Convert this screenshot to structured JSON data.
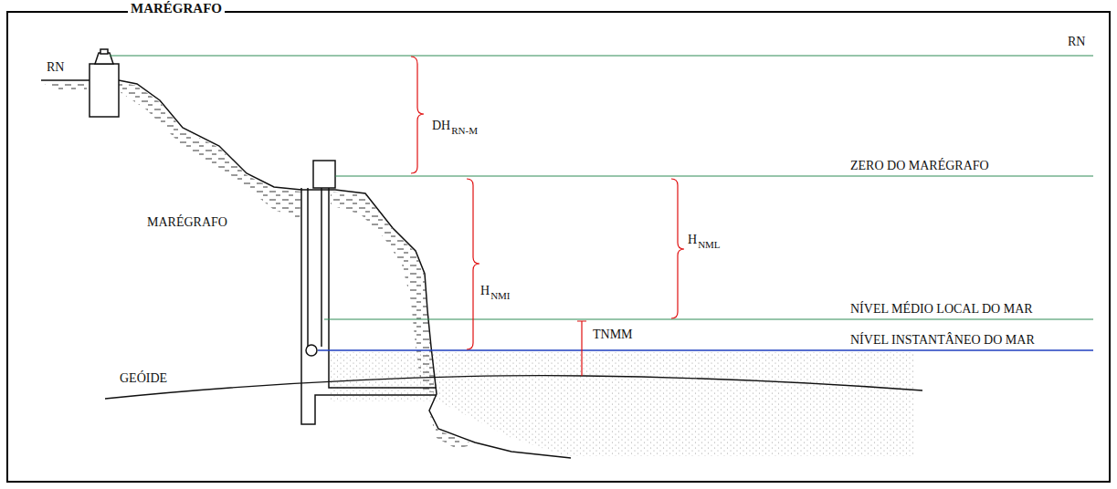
{
  "diagram": {
    "title": "MARÉGRAFO",
    "labels": [
      "RN",
      "RN",
      "DH",
      "RN-M",
      "ZERO DO MARÉGRAFO",
      "MARÉGRAFO",
      "H",
      "NMI",
      "H",
      "NML",
      "NÍVEL MÉDIO LOCAL DO MAR",
      "TNMM",
      "NÍVEL INSTANTÂNEO DO MAR",
      "GEÓIDE"
    ]
  }
}
